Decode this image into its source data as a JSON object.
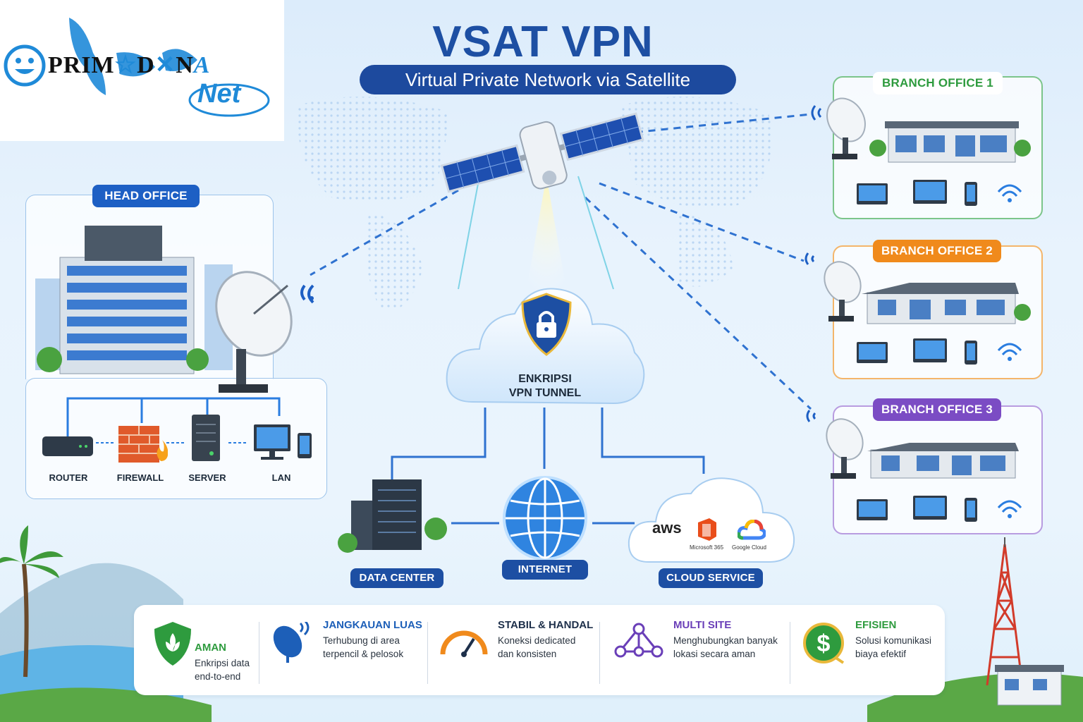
{
  "logo": {
    "brand": "PRIMADONA",
    "brand_left": "PRIM",
    "brand_right": "D",
    "brand_mid": "N",
    "brand_end": "A",
    "sub": "Net"
  },
  "header": {
    "title": "VSAT VPN",
    "subtitle": "Virtual Private Network via Satellite"
  },
  "head_office": {
    "title": "HEAD OFFICE",
    "devices": [
      {
        "label": "ROUTER"
      },
      {
        "label": "FIREWALL"
      },
      {
        "label": "SERVER"
      },
      {
        "label": "LAN"
      }
    ]
  },
  "branches": [
    {
      "title": "BRANCH OFFICE 1",
      "color": "#2e9b3e"
    },
    {
      "title": "BRANCH OFFICE 2",
      "color": "#f08a1c"
    },
    {
      "title": "BRANCH OFFICE 3",
      "color": "#7b4cc4"
    }
  ],
  "tunnel": {
    "line1": "ENKRIPSI",
    "line2": "VPN TUNNEL"
  },
  "bottom_nodes": {
    "data_center": "DATA CENTER",
    "internet": "INTERNET",
    "cloud_service": "CLOUD SERVICE"
  },
  "cloud_providers": {
    "aws": "aws",
    "ms": "Microsoft 365",
    "gc": "Google Cloud"
  },
  "features": [
    {
      "title": "AMAN",
      "desc1": "Enkripsi data",
      "desc2": "end-to-end",
      "color": "#2e9b3e"
    },
    {
      "title": "JANGKAUAN LUAS",
      "desc1": "Terhubung di area",
      "desc2": "terpencil & pelosok",
      "color": "#1d5fb8"
    },
    {
      "title": "STABIL & HANDAL",
      "desc1": "Koneksi dedicated",
      "desc2": "dan konsisten",
      "color": "#1d2f4a"
    },
    {
      "title": "MULTI SITE",
      "desc1": "Menghubungkan banyak",
      "desc2": "lokasi secara aman",
      "color": "#6a3fb8"
    },
    {
      "title": "EFISIEN",
      "desc1": "Solusi komunikasi",
      "desc2": "biaya efektif",
      "color": "#2e9b3e"
    }
  ],
  "colors": {
    "primary": "#1d4fa3",
    "accent_blue": "#2a7de0",
    "dash": "#2f72d0"
  }
}
